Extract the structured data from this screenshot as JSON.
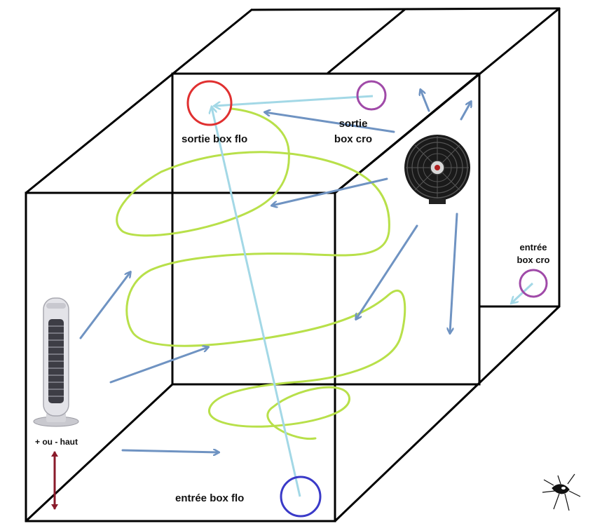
{
  "labels": {
    "sortie_flo": "sortie box flo",
    "sortie_cro_line1": "sortie",
    "sortie_cro_line2": "box cro",
    "entree_cro_line1": "entrée",
    "entree_cro_line2": "box cro",
    "entree_flo": "entrée box flo",
    "height_note": "+ ou - haut"
  },
  "colors": {
    "edge": "#000000",
    "airflow_arrow": "#6f93c2",
    "direct_flow": "#a3d8e6",
    "turbulence": "#b8e04a",
    "port_flo_out": "#e03030",
    "port_cro": "#a04aa8",
    "port_flo_in": "#3a3ac8",
    "height_arrow": "#8a1a2a"
  },
  "icons": [
    "clip-fan-icon",
    "tower-fan-icon",
    "signature-mark"
  ]
}
